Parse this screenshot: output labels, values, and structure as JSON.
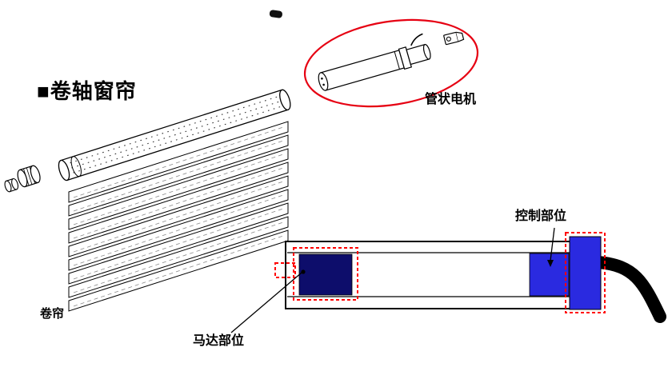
{
  "heading": "■卷轴窗帘",
  "labels": {
    "tubular_motor": "管状电机",
    "control_part": "控制部位",
    "motor_part": "马达部位",
    "roller_blind": "卷帘"
  },
  "colors": {
    "highlight_red": "#e60012",
    "dashed_red": "#ff0000",
    "motor_dark_blue": "#0d0d6b",
    "control_blue": "#2a2ae0",
    "line_black": "#000000"
  }
}
